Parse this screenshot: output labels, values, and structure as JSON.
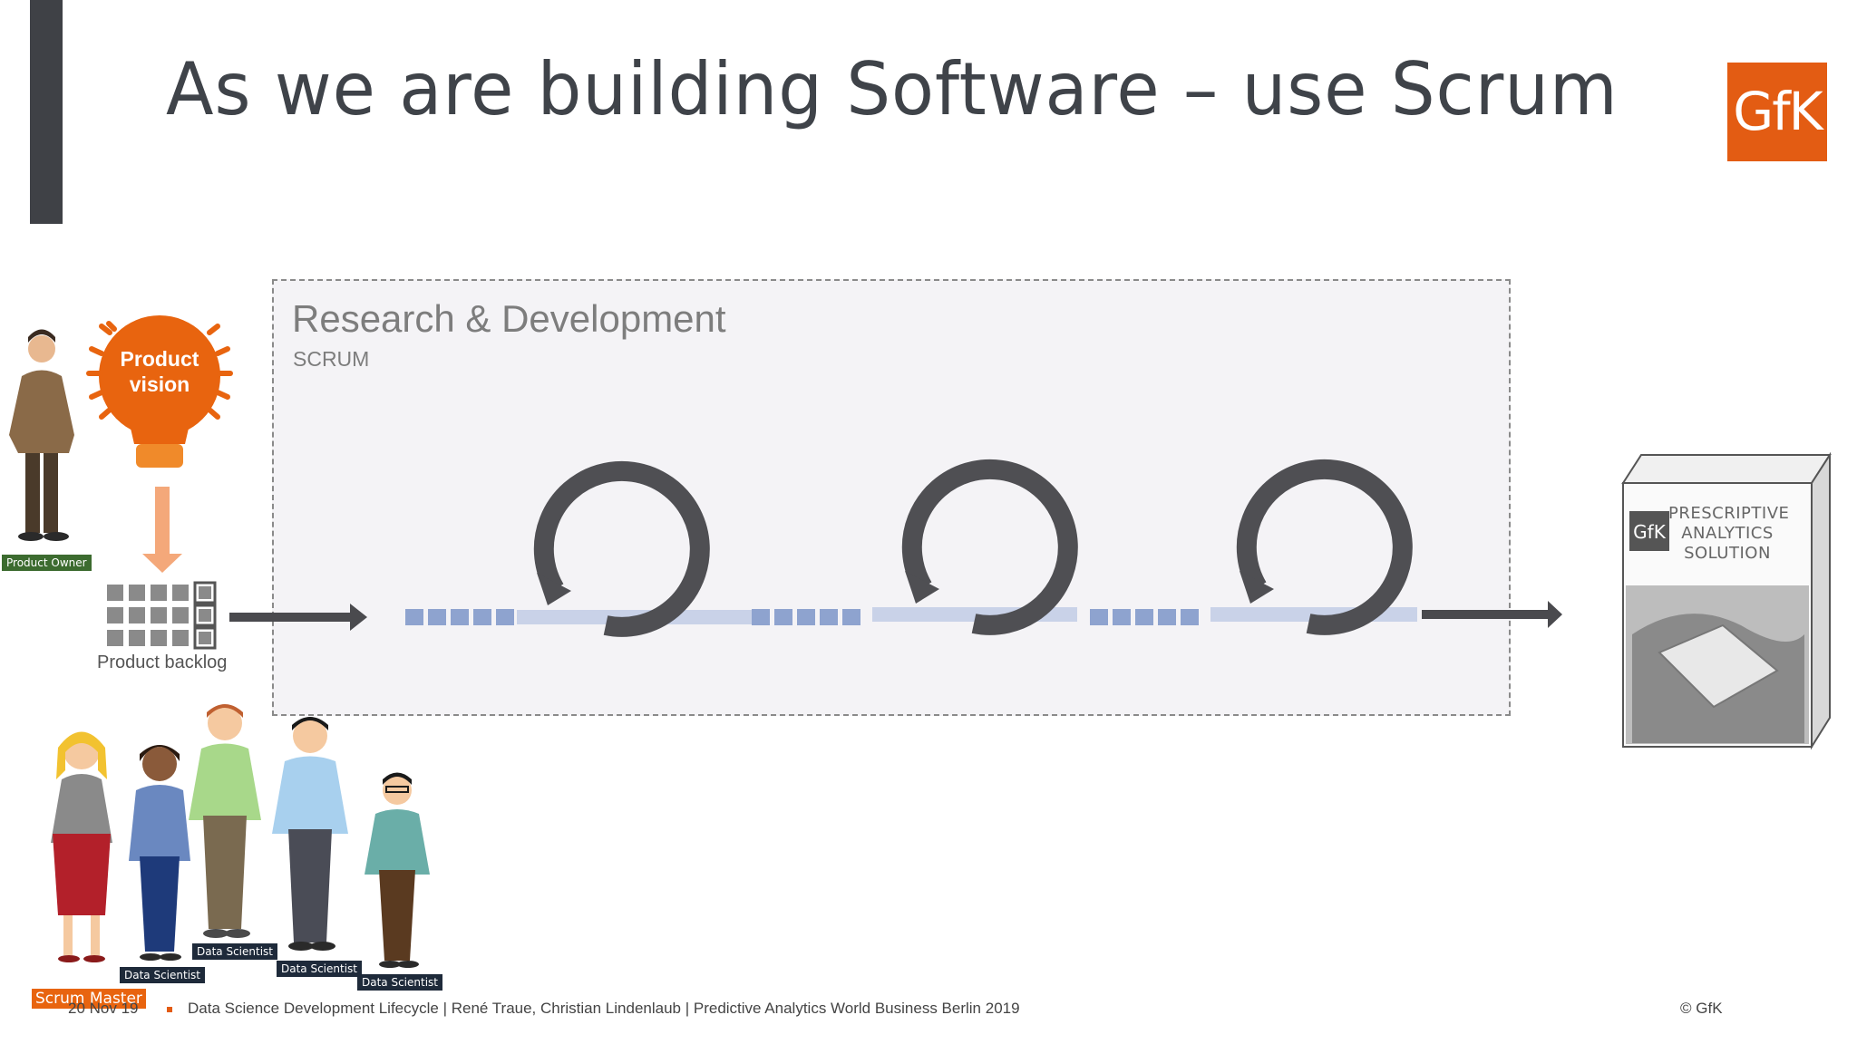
{
  "slide": {
    "title": "As we are building Software – use Scrum",
    "logo_text": "GfK",
    "colors": {
      "accent": "#e35c13",
      "bar": "#3f4146",
      "panel": "#f4f3f6",
      "backlog_item": "#8ea3cf",
      "sprint_bar": "#c9d2e8"
    }
  },
  "rd": {
    "title": "Research & Development",
    "subtitle": "SCRUM"
  },
  "vision": {
    "line1": "Product",
    "line2": "vision"
  },
  "backlog": {
    "label": "Product backlog"
  },
  "roles": {
    "product_owner": "Product Owner",
    "scrum_master": "Scrum Master",
    "ds1": "Data Scientist",
    "ds2": "Data Scientist",
    "ds3": "Data Scientist",
    "ds4": "Data Scientist"
  },
  "product_box": {
    "line1": "PRESCRIPTIVE",
    "line2": "ANALYTICS",
    "line3": "SOLUTION",
    "logo": "GfK"
  },
  "footer": {
    "date": "20 Nov 19",
    "text": "Data Science Development Lifecycle | René Traue, Christian Lindenlaub | Predictive Analytics World Business Berlin 2019",
    "copyright": "© GfK"
  }
}
